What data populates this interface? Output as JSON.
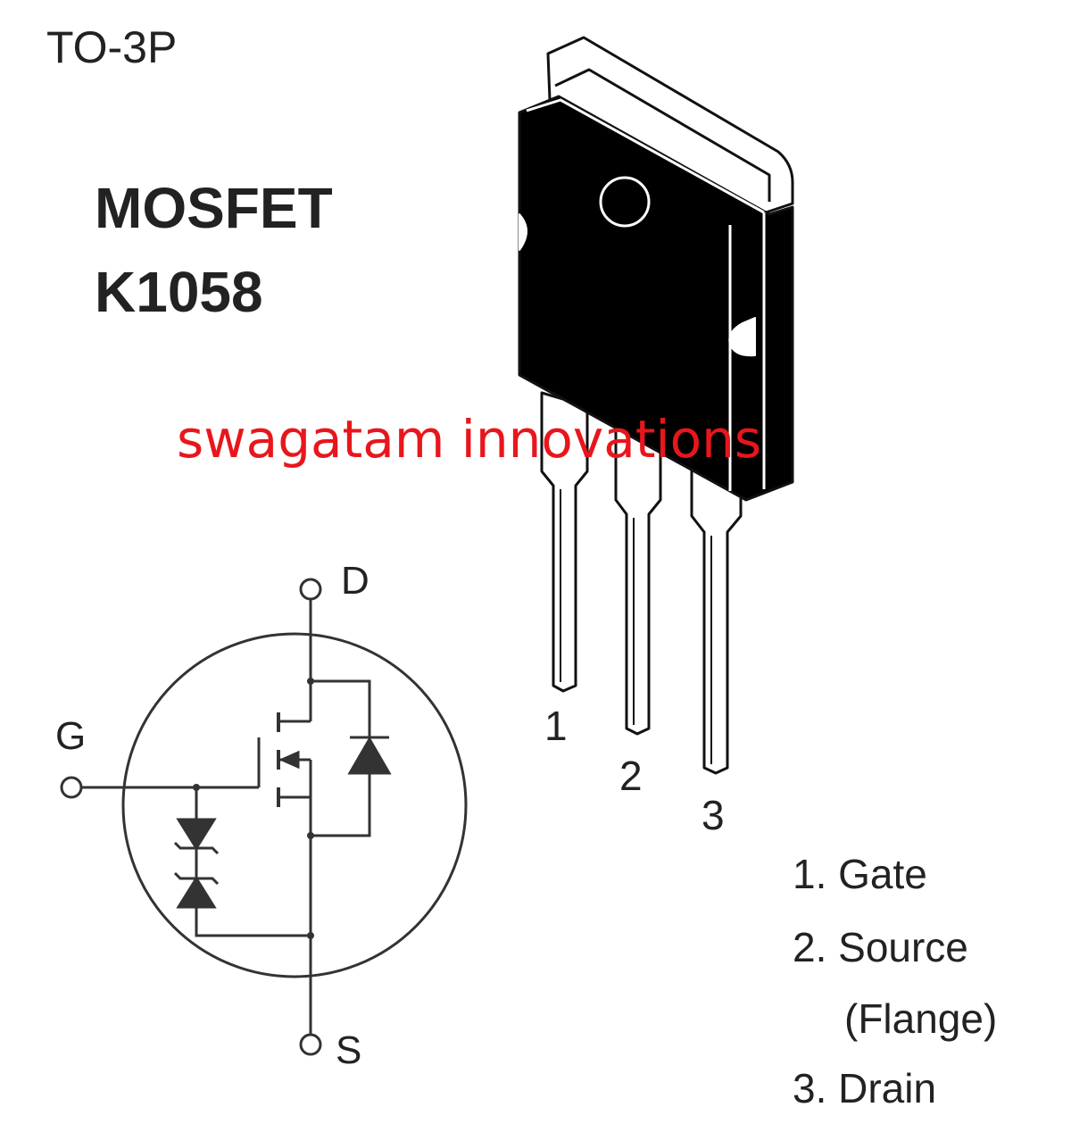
{
  "package": "TO-3P",
  "device_type": "MOSFET",
  "part_number": "K1058",
  "watermark": "swagatam innovations",
  "pin_numbers": [
    "1",
    "2",
    "3"
  ],
  "terminals": {
    "drain": "D",
    "gate": "G",
    "source": "S"
  },
  "pinout": {
    "gate": "1. Gate",
    "source": "2. Source",
    "source_note": "(Flange)",
    "drain": "3. Drain"
  },
  "colors": {
    "ink": "#222222",
    "body": "#000000",
    "watermark": "#e8161c"
  }
}
